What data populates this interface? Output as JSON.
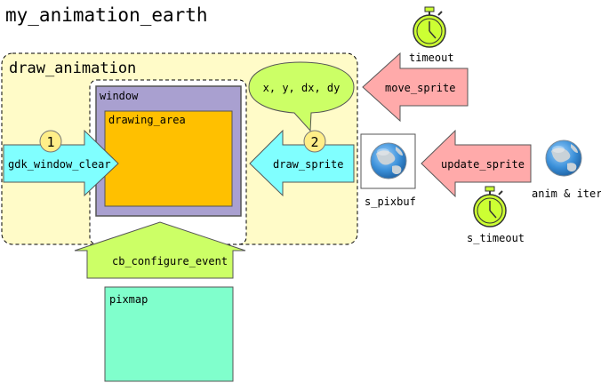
{
  "title": "my_animation_earth",
  "draw_animation": {
    "label": "draw_animation",
    "fill": "#fffbc8"
  },
  "window": {
    "label": "window",
    "fill": "#a9a0d0"
  },
  "drawing_area": {
    "label": "drawing_area",
    "fill": "#ffc000"
  },
  "pixmap": {
    "label": "pixmap",
    "fill": "#80ffcc"
  },
  "arrows": {
    "gdk_window_clear": {
      "label": "gdk_window_clear",
      "step": "1",
      "fill": "#80ffff"
    },
    "draw_sprite": {
      "label": "draw_sprite",
      "step": "2",
      "fill": "#80ffff"
    },
    "move_sprite": {
      "label": "move_sprite",
      "fill": "#ffaaaa"
    },
    "update_sprite": {
      "label": "update_sprite",
      "fill": "#ffaaaa"
    },
    "cb_configure_event": {
      "label": "cb_configure_event",
      "fill": "#ccff66"
    }
  },
  "callout": {
    "label": "x, y, dx, dy",
    "fill": "#ccff66"
  },
  "timers": {
    "timeout": {
      "label": "timeout",
      "icon": "stopwatch-icon"
    },
    "s_timeout": {
      "label": "s_timeout",
      "icon": "stopwatch-icon"
    }
  },
  "images": {
    "s_pixbuf": {
      "label": "s_pixbuf",
      "icon": "earth-globe-icon"
    },
    "anim_iter": {
      "label": "anim & iter",
      "icon": "earth-globe-icon"
    }
  },
  "colors": {
    "step_badge": "#ffee88",
    "stopwatch": "#ccff33",
    "globe_ocean": "#3a8fd8",
    "globe_land": "#b8c4cc"
  }
}
